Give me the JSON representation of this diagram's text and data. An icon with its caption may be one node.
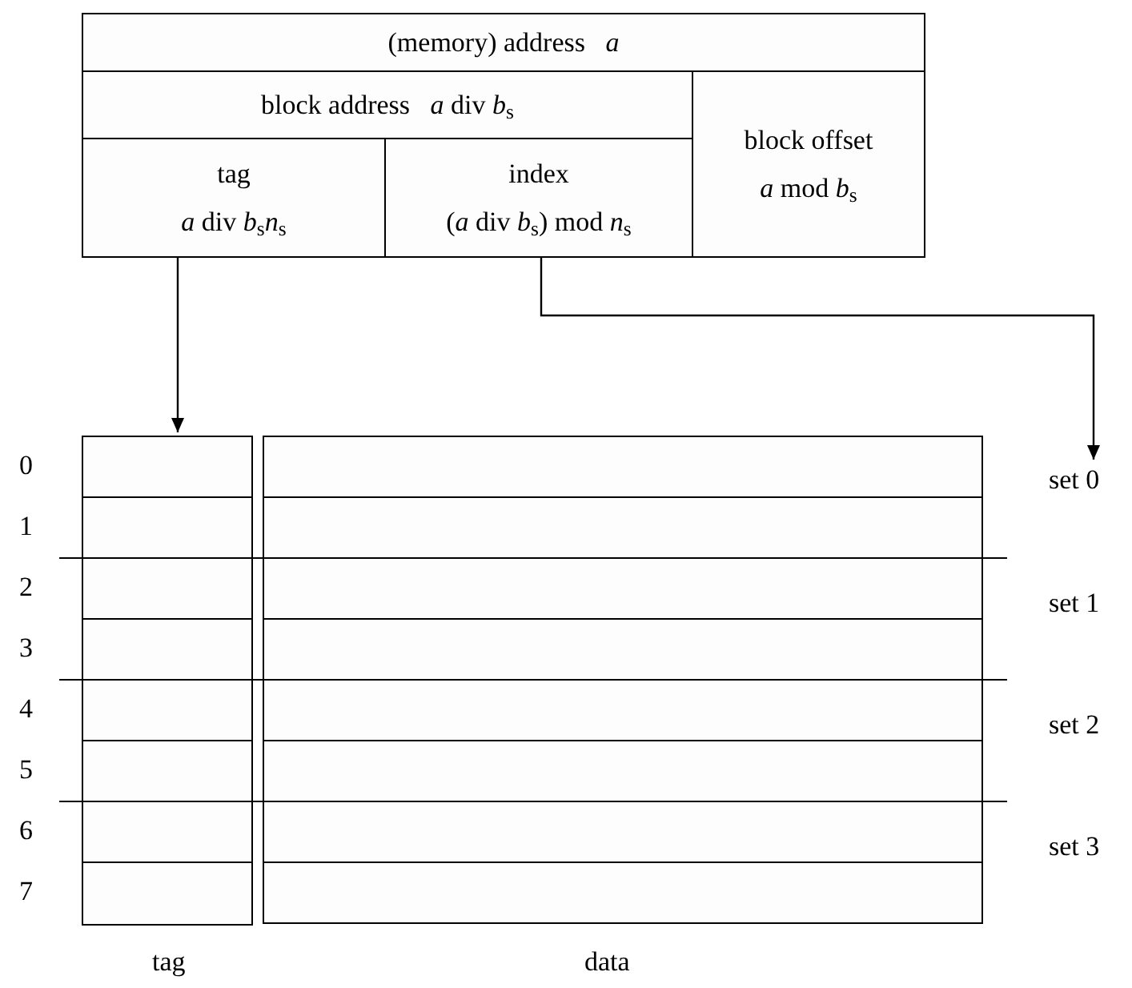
{
  "diagram": {
    "nodes": [
      {
        "text": [
          "(memory) address   *a*"
        ]
      },
      {
        "text": [
          "block address   *a* div *b*$_{s}$"
        ]
      },
      {
        "text": [
          "tag",
          "*a* div *b*$_{s}$*n*$_{s}$"
        ]
      },
      {
        "text": [
          "index",
          "(*a* div *b*$_{s}$) mod *n*$_{s}$"
        ]
      },
      {
        "text": [
          "block offset",
          "*a* mod *b*$_{s}$"
        ]
      },
      {
        "text": [],
        "shape": "box"
      },
      {
        "text": [
          "set 0"
        ]
      }
    ],
    "edges": [
      {
        "from": 2,
        "to": 5,
        "arrow": "to"
      },
      {
        "from": 3,
        "to": 6,
        "arrow": "to"
      }
    ],
    "labels": [
      "0",
      "1",
      "2",
      "3",
      "4",
      "5",
      "6",
      "7",
      "set 1",
      "set 2",
      "set 3",
      "tag",
      "data"
    ]
  }
}
